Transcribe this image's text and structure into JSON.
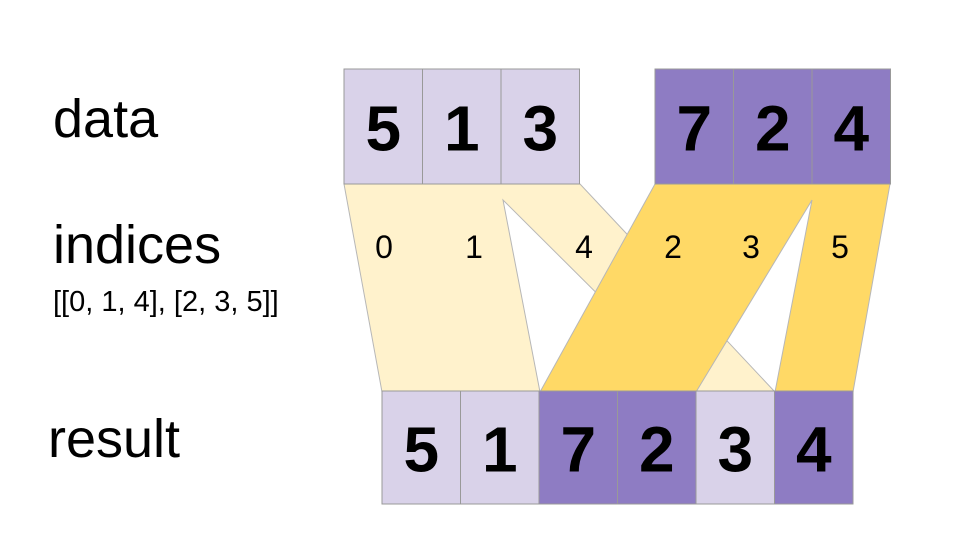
{
  "labels": {
    "data": "data",
    "indices": "indices",
    "indices_expr": "[[0, 1, 4], [2, 3, 5]]",
    "result": "result"
  },
  "colors": {
    "light_cell": "#d9d2e9",
    "dark_cell": "#8e7cc3",
    "light_band": "#fff2cc",
    "dark_band": "#ffd966",
    "cell_border": "#999999",
    "band_border": "#b7b7b7"
  },
  "data_blocks": [
    {
      "shade": "light",
      "values": [
        "5",
        "1",
        "3"
      ],
      "indices": [
        "0",
        "1",
        "4"
      ]
    },
    {
      "shade": "dark",
      "values": [
        "7",
        "2",
        "4"
      ],
      "indices": [
        "2",
        "3",
        "5"
      ]
    }
  ],
  "result": {
    "values": [
      "5",
      "1",
      "7",
      "2",
      "3",
      "4"
    ],
    "shades": [
      "light",
      "light",
      "dark",
      "dark",
      "light",
      "dark"
    ]
  }
}
